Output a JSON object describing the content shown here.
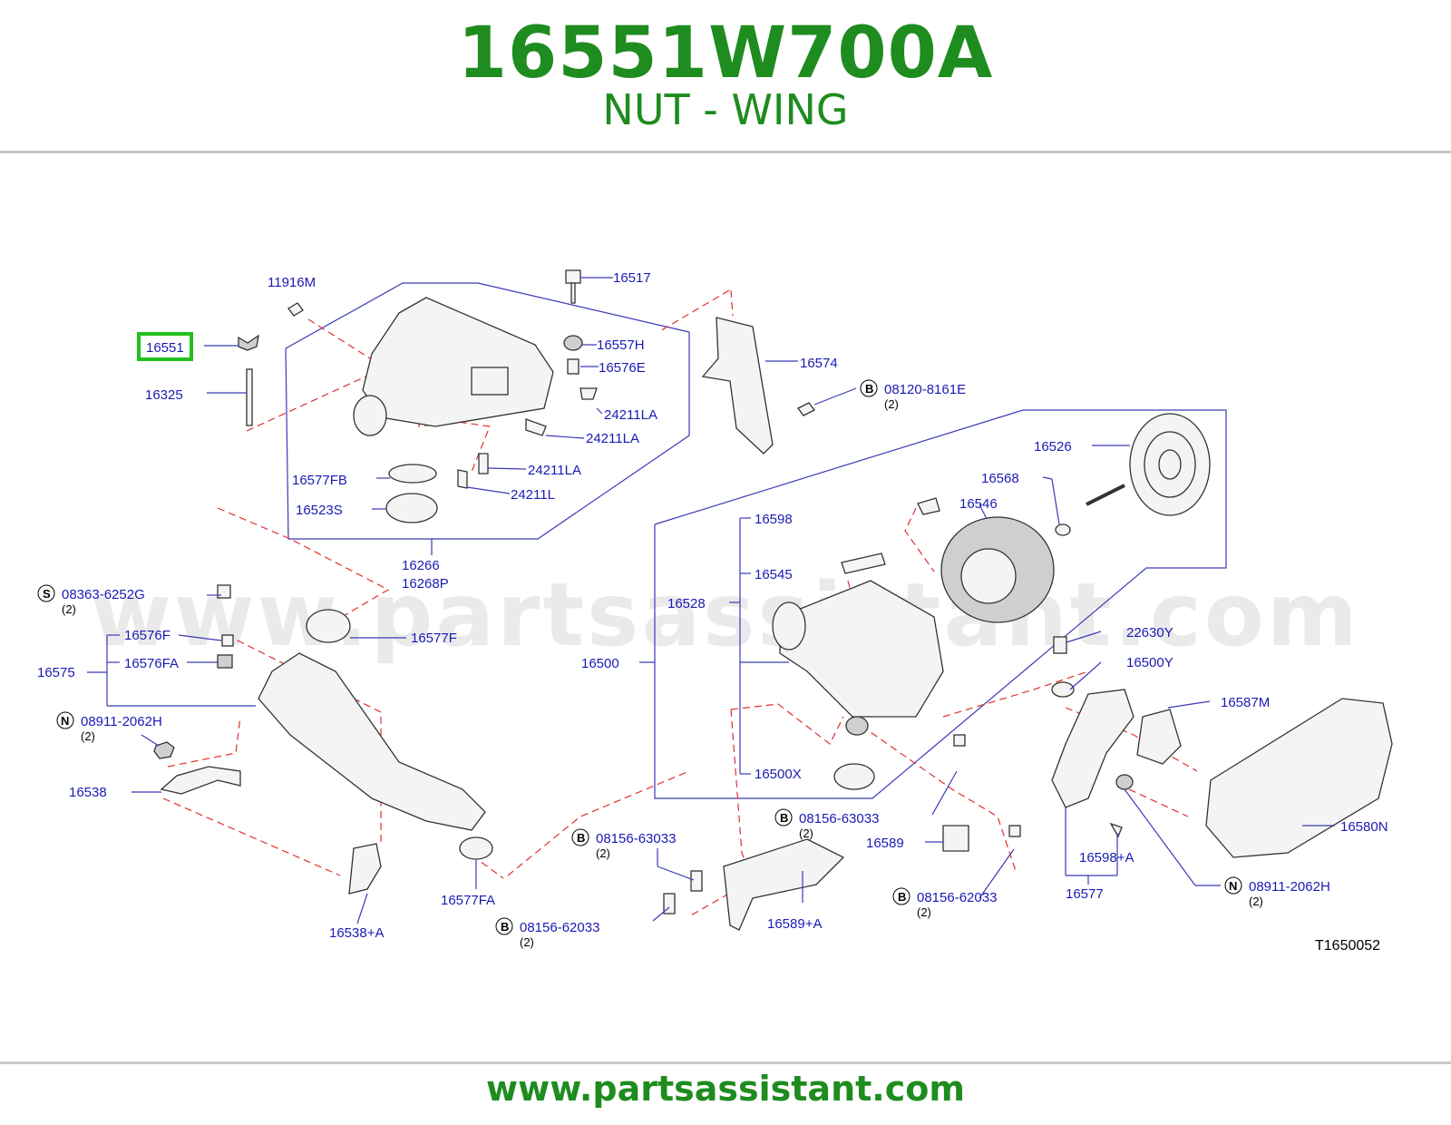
{
  "header": {
    "part_number": "16551W700A",
    "part_name": "NUT - WING"
  },
  "watermark": "www.partsassistant.com",
  "footer": {
    "url": "www.partsassistant.com"
  },
  "diagram": {
    "code": "T1650052",
    "highlighted_part": "16551",
    "labels": {
      "l11916M": "11916M",
      "l16551": "16551",
      "l16325": "16325",
      "l16517": "16517",
      "l16557H": "16557H",
      "l16576E": "16576E",
      "l24211LA_1": "24211LA",
      "l24211LA_2": "24211LA",
      "l24211LA_3": "24211LA",
      "l24211L": "24211L",
      "l16574": "16574",
      "l08120": "08120-8161E",
      "l16577FB": "16577FB",
      "l16523S": "16523S",
      "l16266": "16266",
      "l16268P": "16268P",
      "l16526": "16526",
      "l16568": "16568",
      "l16546": "16546",
      "l16598": "16598",
      "l16545": "16545",
      "l16528": "16528",
      "l16500": "16500",
      "l22630Y": "22630Y",
      "l16500Y": "16500Y",
      "l16587M": "16587M",
      "l16500X": "16500X",
      "l08363": "08363-6252G",
      "l16576F": "16576F",
      "l16576FA": "16576FA",
      "l16575": "16575",
      "l16577F": "16577F",
      "l08911a": "08911-2062H",
      "l16538": "16538",
      "l16538A": "16538+A",
      "l16577FA": "16577FA",
      "l08156_63033a": "08156-63033",
      "l08156_62033a": "08156-62033",
      "l08156_63033b": "08156-63033",
      "l16589": "16589",
      "l16589A": "16589+A",
      "l08156_62033b": "08156-62033",
      "l16598A": "16598+A",
      "l16577": "16577",
      "l16580N": "16580N",
      "l08911b": "08911-2062H"
    },
    "quantities": {
      "q08120": "(2)",
      "q08363": "(2)",
      "q08911a": "(2)",
      "q08156_63033a": "(2)",
      "q08156_62033a": "(2)",
      "q08156_63033b": "(2)",
      "q08156_62033b": "(2)",
      "q08911b": "(2)"
    },
    "circle_letters": {
      "c08120": "B",
      "c08363": "S",
      "c08911a": "N",
      "c08156_63033a": "B",
      "c08156_62033a": "B",
      "c08156_63033b": "B",
      "c08156_62033b": "B",
      "c08911b": "N"
    },
    "colors": {
      "title_green": "#1e8c1e",
      "label_blue": "#1a1ab4",
      "leader_red": "#e03030",
      "highlight_green": "#22c01e"
    }
  }
}
